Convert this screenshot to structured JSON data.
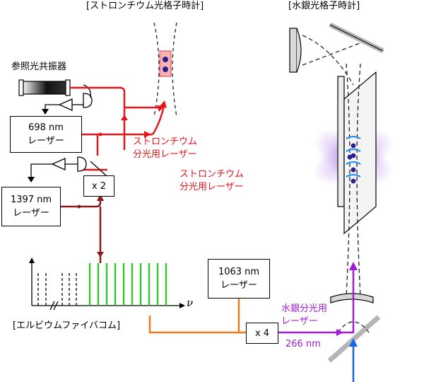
{
  "titles": {
    "strontium_clock": "[ストロンチウム光格子時計]",
    "mercury_clock": "[水銀光格子時計]"
  },
  "labels": {
    "reference_cavity": "参照光共振器",
    "sr_spectroscopy_1": [
      "ストロンチウム",
      "分光用レーザー"
    ],
    "sr_spectroscopy_2": [
      "ストロンチウム",
      "分光用レーザー"
    ],
    "hg_spectroscopy": [
      "水銀分光用",
      "レーザー"
    ],
    "wavelength_266": "266 nm",
    "erbium_comb": "[エルビウムファイバコム]",
    "nu_axis": "ν"
  },
  "boxes": {
    "laser_698": [
      "698 nm",
      "レーザー"
    ],
    "laser_1397": [
      "1397 nm",
      "レーザー"
    ],
    "laser_1063": [
      "1063 nm",
      "レーザー"
    ],
    "doubler": "x 2",
    "quadrupler": "x 4"
  },
  "colors": {
    "sr_laser": "#e8161b",
    "laser_1397_beam": "#8b1a1a",
    "hg_laser": "#a21bd6",
    "beam_1063": "#f07a1a",
    "blue_beam": "#1565e6",
    "comb_teeth": "#2ec52e",
    "atoms": "#2a1f8f",
    "lattice_glow": "#b98ee6"
  }
}
